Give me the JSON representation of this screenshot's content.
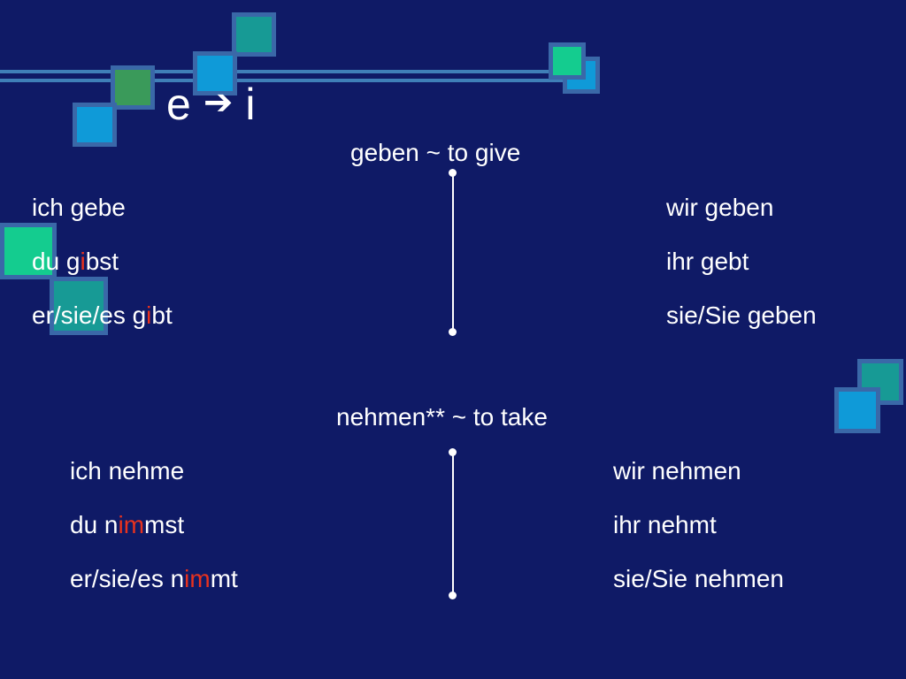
{
  "title": {
    "from": "e",
    "arrow": "➔",
    "to": "i"
  },
  "colors": {
    "background": "#0f1a66",
    "text": "#ffffff",
    "highlight": "#e8321e",
    "square_border": "#3a68a8",
    "square_teal": "#179a95",
    "square_blue": "#0f9ad8",
    "square_green": "#3a9a5a",
    "square_mint": "#14cc8f",
    "rail": "#3f7fb8"
  },
  "verbs": [
    {
      "heading": "geben ~ to give",
      "singular": [
        {
          "pre": "ich gebe",
          "hl": "",
          "post": ""
        },
        {
          "pre": "du g",
          "hl": "i",
          "post": "bst"
        },
        {
          "pre": "er/sie/es g",
          "hl": "i",
          "post": "bt"
        }
      ],
      "plural": [
        {
          "text": "wir geben"
        },
        {
          "text": "ihr gebt"
        },
        {
          "text": "sie/Sie geben"
        }
      ]
    },
    {
      "heading": "nehmen** ~ to take",
      "singular": [
        {
          "pre": "ich nehme",
          "hl": "",
          "post": ""
        },
        {
          "pre": "du n",
          "hl": "im",
          "post": "mst"
        },
        {
          "pre": "er/sie/es n",
          "hl": "im",
          "post": "mt"
        }
      ],
      "plural": [
        {
          "text": "wir nehmen"
        },
        {
          "text": "ihr nehmt"
        },
        {
          "text": "sie/Sie nehmen"
        }
      ]
    }
  ]
}
